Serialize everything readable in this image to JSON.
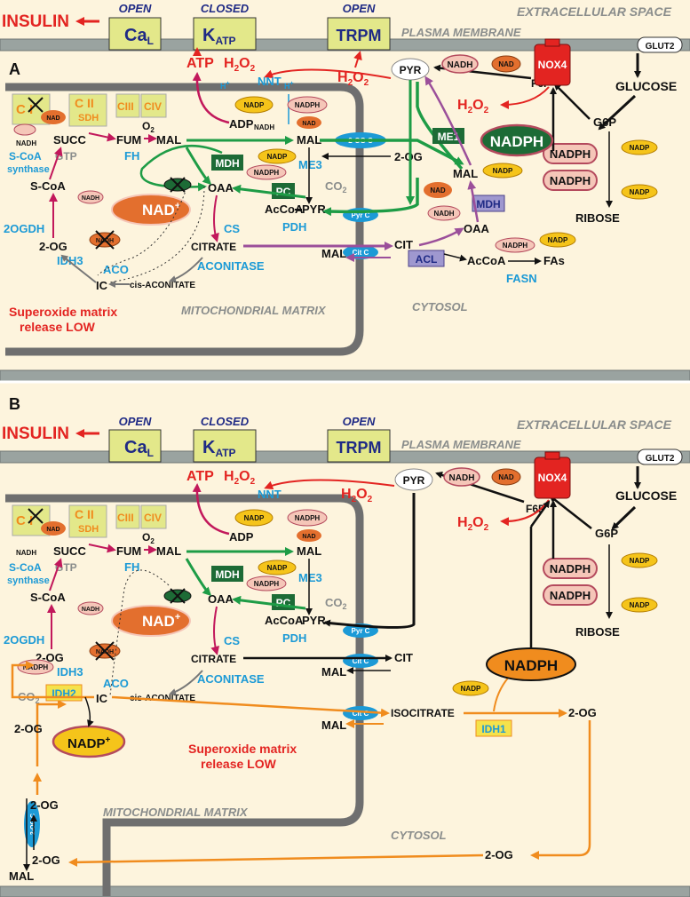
{
  "colors": {
    "background": "#fdf4dd",
    "membrane": "#9aa3a0",
    "channel_fill": "#e3e88a",
    "red": "#e32421",
    "blue": "#1c9ad6",
    "navy": "#1f2a85",
    "green": "#1e9c46",
    "purple": "#9b4f9a",
    "orange": "#f08c1e",
    "gray_text": "#8a8d8c",
    "nadp_yellow": "#f5c41a",
    "nad_orange": "#e36f2e",
    "nadph_pink": "#f5c6b8",
    "dark_green": "#1d6b36",
    "lavender": "#9f98cf"
  },
  "shared": {
    "insulin": "INSULIN",
    "cal": "Ca",
    "cal_sub": "L",
    "katp": "K",
    "katp_sub": "ATP",
    "trpm": "TRPM",
    "open": "OPEN",
    "closed": "CLOSED",
    "extracellular": "EXTRACELLULAR SPACE",
    "plasma_membrane": "PLASMA MEMBRANE",
    "glut2": "GLUT2",
    "glucose": "GLUCOSE",
    "g6p": "G6P",
    "f6p": "F6P",
    "ribose": "RIBOSE",
    "nox4": "NOX4",
    "pyr": "PYR",
    "nadh": "NADH",
    "nadh_small": "NADH",
    "nadp_plus": "NADP",
    "nad_plus": "NAD",
    "nadph": "NADPH",
    "h2o2": "H",
    "atp": "ATP",
    "adp": "ADP",
    "nnt": "NNT",
    "h_plus": "H",
    "c1": "C I",
    "c2": "C II",
    "sdh": "SDH",
    "c3": "CIII",
    "c4": "CIV",
    "o2": "O",
    "succ": "SUCC",
    "fum": "FUM",
    "fh": "FH",
    "mal": "MAL",
    "gtp": "GTP",
    "scoa_synthase_1": "S-CoA",
    "scoa_synthase_2": "synthase",
    "scoa": "S-CoA",
    "ogdh": "2OGDH",
    "two_og": "2-OG",
    "idh3": "IDH3",
    "aco": "ACO",
    "ic": "IC",
    "cis_aconitate": "cis-ACONITATE",
    "citrate": "CITRATE",
    "aconitase": "ACONITASE",
    "cs": "CS",
    "pdh": "PDH",
    "pc": "PC",
    "mdh": "MDH",
    "oaa": "OAA",
    "acoa": "AcCoA",
    "me3": "ME3",
    "co2": "CO",
    "two_og_c": "2-OG C",
    "pyr_c": "Pyr C",
    "cit_c": "Cit C",
    "cit": "CIT",
    "mito_matrix": "MITOCHONDRIAL MATRIX",
    "cytosol": "CYTOSOL",
    "superoxide_1": "Superoxide matrix",
    "superoxide_2": "release LOW"
  },
  "panel_a": {
    "label": "A",
    "me1": "ME1",
    "acl": "ACL",
    "fasn": "FASN",
    "fas": "FAs"
  },
  "panel_b": {
    "label": "B",
    "idh2": "IDH2",
    "idh1": "IDH1",
    "isocitrate": "ISOCITRATE"
  }
}
